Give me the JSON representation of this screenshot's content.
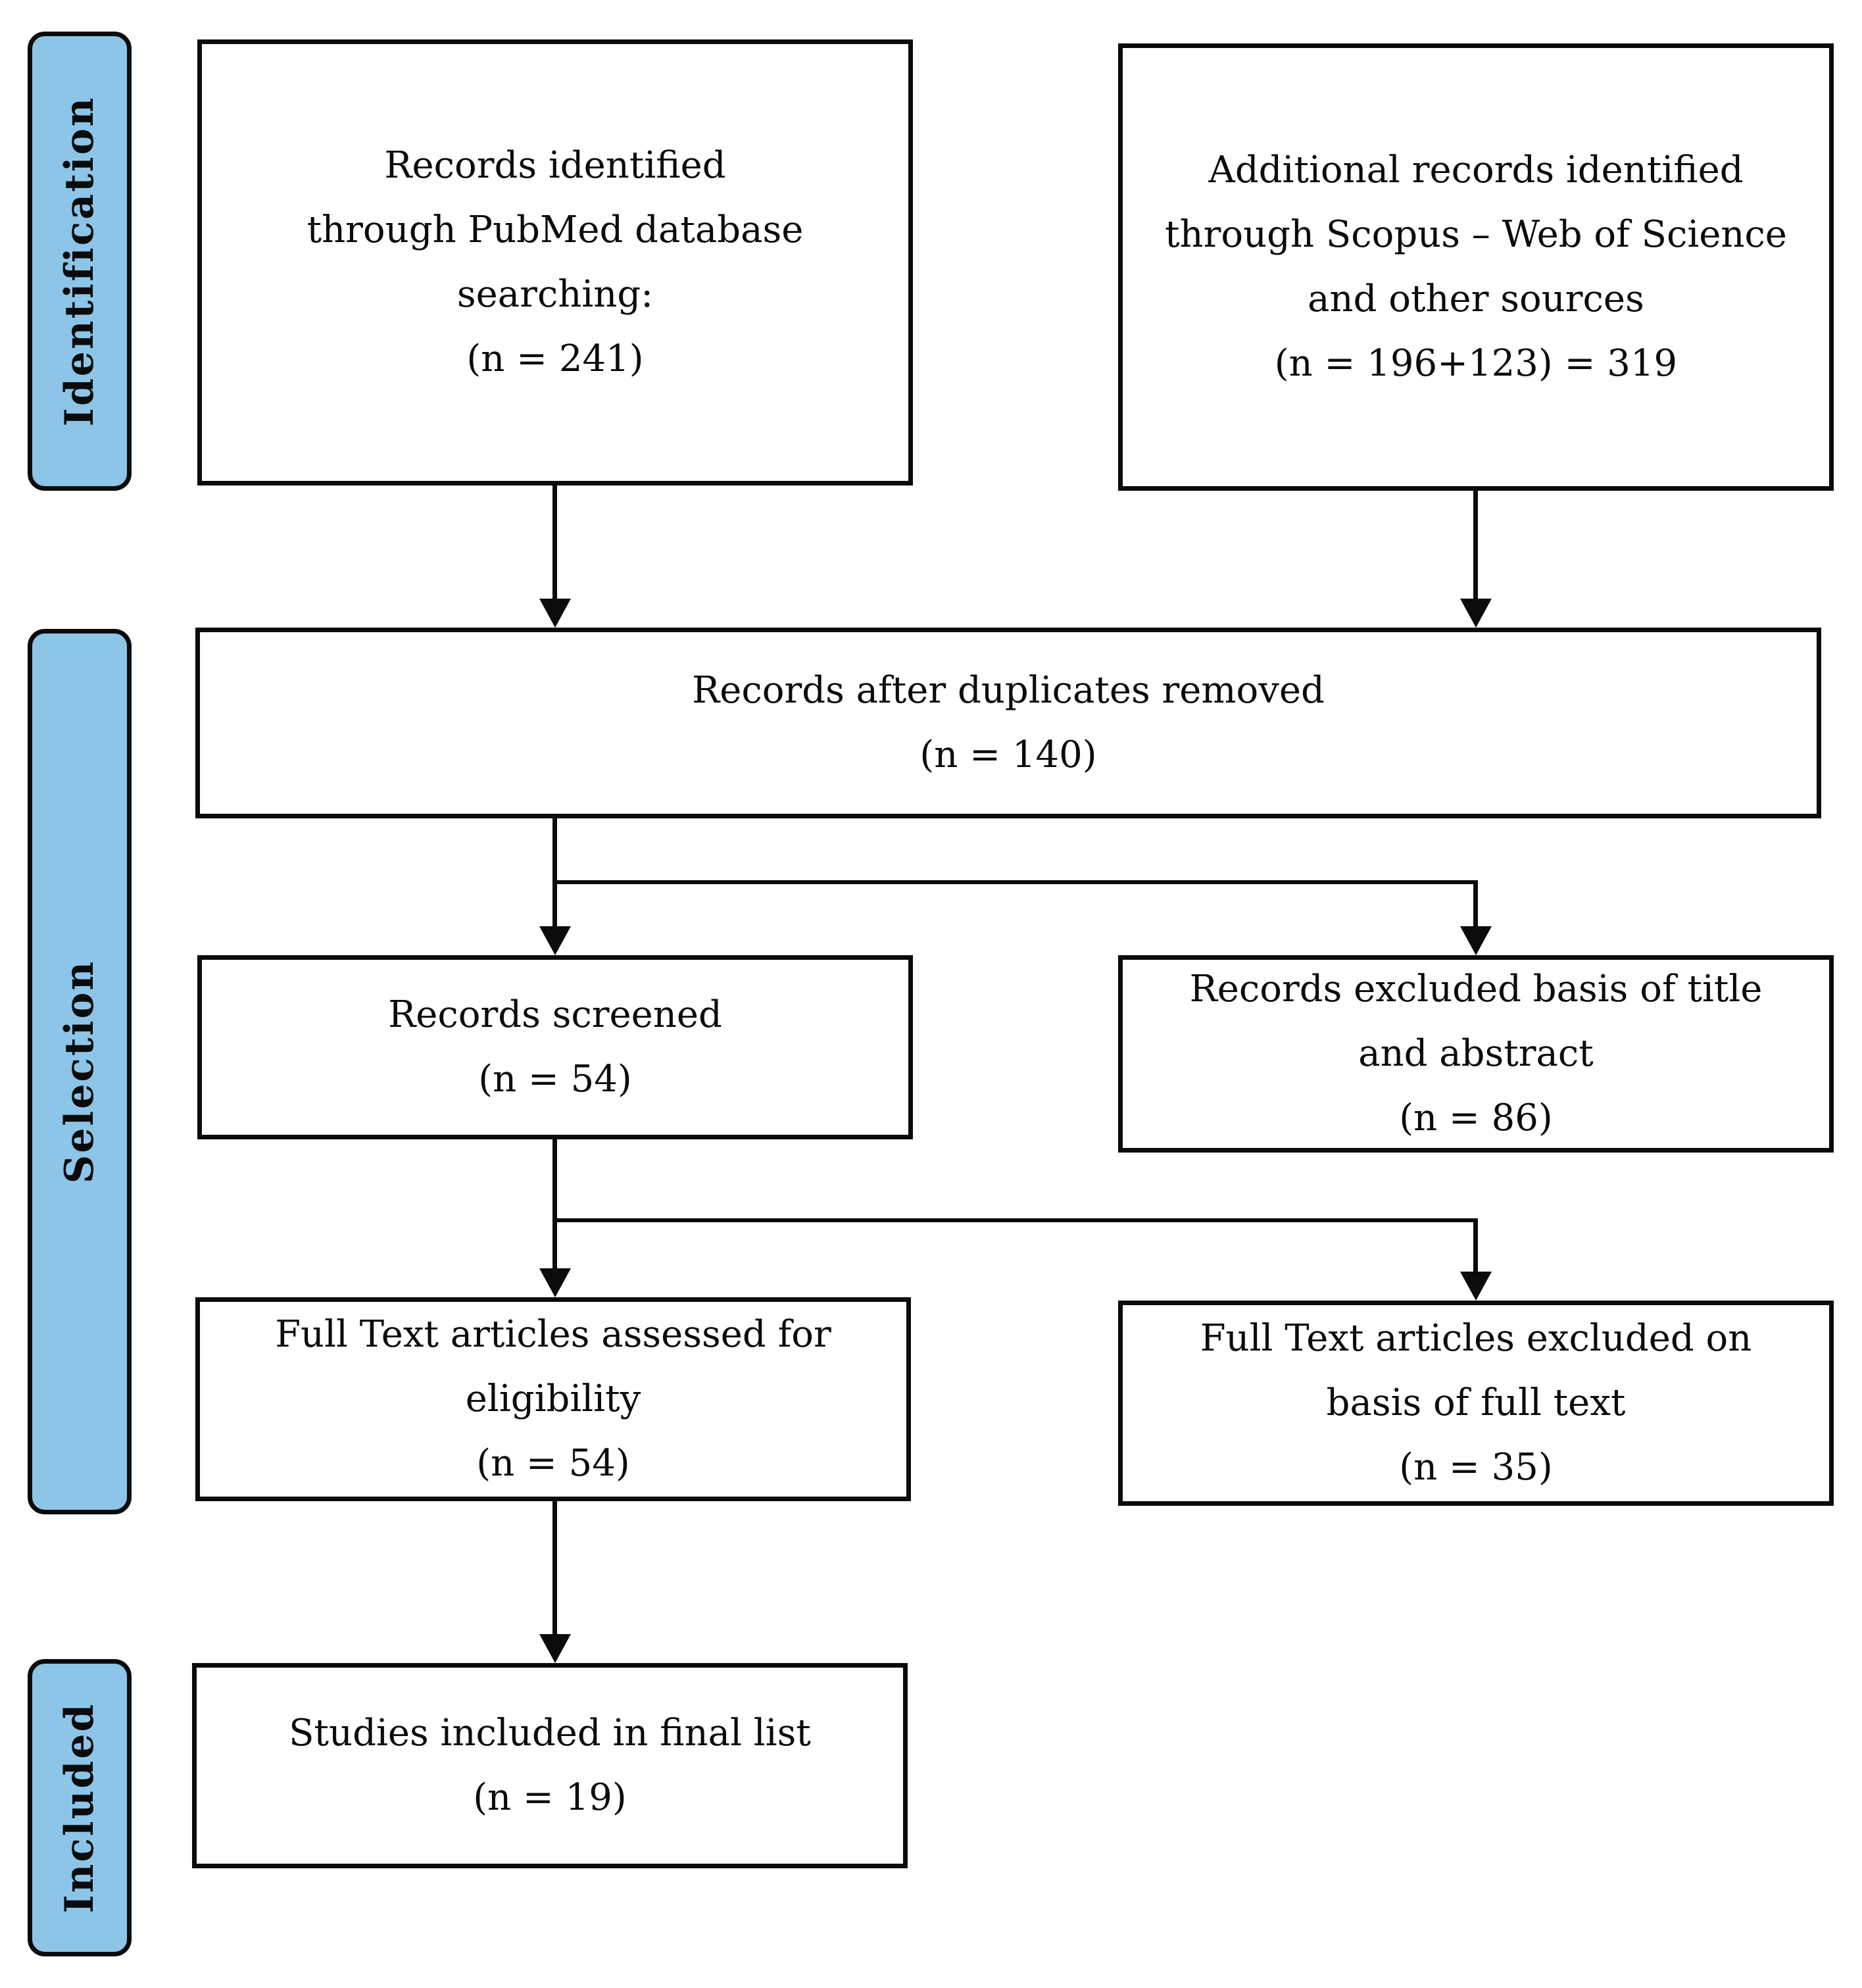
{
  "colors": {
    "label_fill": "#8CC5E8",
    "stroke": "#0b0b0b",
    "box_fill": "#ffffff"
  },
  "stages": [
    {
      "label": "Identification"
    },
    {
      "label": "Selection"
    },
    {
      "label": "Included"
    }
  ],
  "boxes": {
    "pubmed": {
      "lines": [
        "Records identified",
        "through PubMed database",
        "searching:",
        "(n = 241)"
      ]
    },
    "scopus": {
      "lines": [
        "Additional records identified",
        "through Scopus – Web of Science",
        "and other sources",
        "(n = 196+123) = 319"
      ]
    },
    "duplicates": {
      "lines": [
        "Records after duplicates removed",
        "(n = 140)"
      ]
    },
    "screened": {
      "lines": [
        "Records screened",
        "(n = 54)"
      ]
    },
    "excluded_title": {
      "lines": [
        "Records excluded basis of title",
        "and abstract",
        "(n = 86)"
      ]
    },
    "ft_assessed": {
      "lines": [
        "Full Text articles assessed for",
        "eligibility",
        "(n = 54)"
      ]
    },
    "ft_excluded": {
      "lines": [
        "Full Text articles excluded on",
        "basis of full text",
        "(n = 35)"
      ]
    },
    "included": {
      "lines": [
        "Studies included in final list",
        "(n = 19)"
      ]
    }
  }
}
